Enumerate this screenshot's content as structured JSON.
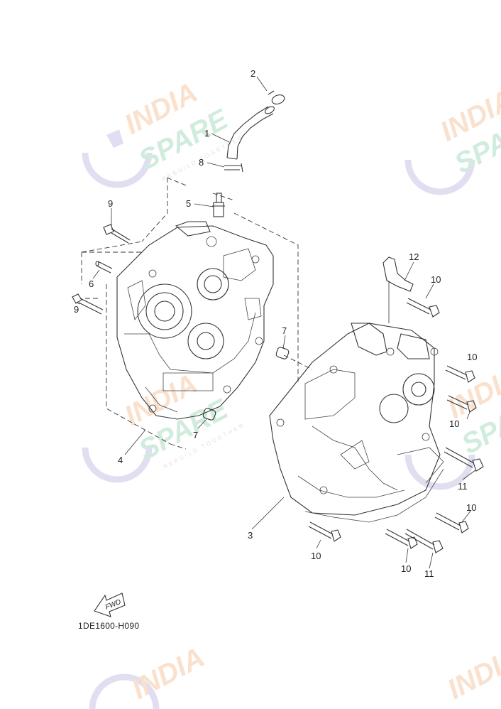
{
  "diagram_code": "1DE1600-H090",
  "fwd_label": "FWD",
  "watermark": {
    "line1": "INDIA",
    "line2": "SPARE",
    "tagline": "REBUILD TOGETHER",
    "colors": {
      "orange": "#f6c8a6",
      "green": "#a9dcc0",
      "purple": "#c9c3e6"
    }
  },
  "callouts": [
    {
      "id": "c2",
      "label": "2"
    },
    {
      "id": "c1",
      "label": "1"
    },
    {
      "id": "c8",
      "label": "8"
    },
    {
      "id": "c5",
      "label": "5"
    },
    {
      "id": "c9a",
      "label": "9"
    },
    {
      "id": "c6",
      "label": "6"
    },
    {
      "id": "c9b",
      "label": "9"
    },
    {
      "id": "c7a",
      "label": "7"
    },
    {
      "id": "c7b",
      "label": "7"
    },
    {
      "id": "c4",
      "label": "4"
    },
    {
      "id": "c12",
      "label": "12"
    },
    {
      "id": "c10a",
      "label": "10"
    },
    {
      "id": "c10b",
      "label": "10"
    },
    {
      "id": "c10c",
      "label": "10"
    },
    {
      "id": "c11a",
      "label": "11"
    },
    {
      "id": "c10d",
      "label": "10"
    },
    {
      "id": "c3",
      "label": "3"
    },
    {
      "id": "c10e",
      "label": "10"
    },
    {
      "id": "c10f",
      "label": "10"
    },
    {
      "id": "c11b",
      "label": "11"
    }
  ]
}
